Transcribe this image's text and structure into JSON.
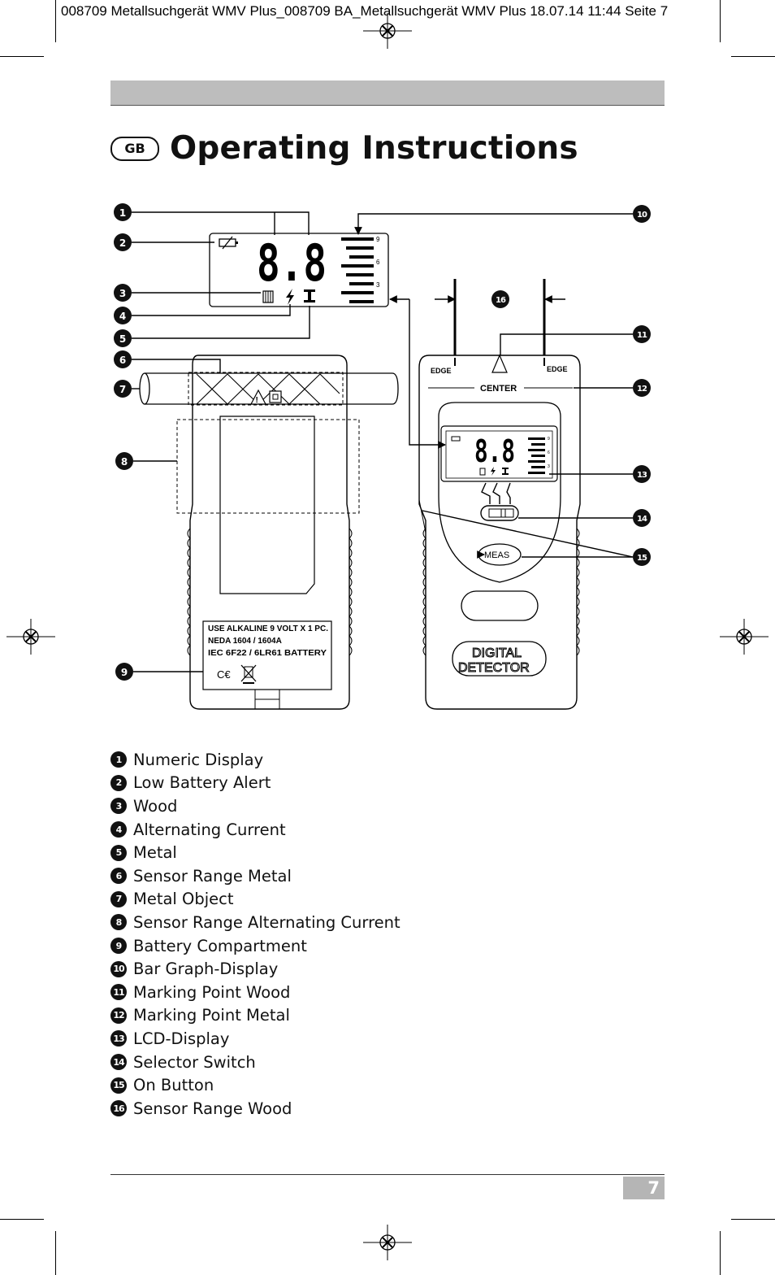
{
  "print_header": "008709 Metallsuchgerät WMV Plus_008709 BA_Metallsuchgerät WMV Plus  18.07.14  11:44  Seite 7",
  "lang_badge": "GB",
  "title": "Operating Instructions",
  "diagram": {
    "lcd_digits": "8.8",
    "bar_scale": [
      "9",
      "6",
      "3"
    ],
    "edge_left": "EDGE",
    "edge_right": "EDGE",
    "center": "CENTER",
    "meas": "MEAS",
    "brand_line1": "DIGITAL",
    "brand_line2": "DETECTOR",
    "battery_label": [
      "USE  ALKALINE 9 VOLT X 1 PC.",
      "NEDA 1604 / 1604A",
      "IEC 6F22 / 6LR61 BATTERY"
    ],
    "callouts": [
      "1",
      "2",
      "3",
      "4",
      "5",
      "6",
      "7",
      "8",
      "9",
      "10",
      "11",
      "12",
      "13",
      "14",
      "15",
      "16"
    ]
  },
  "legend": [
    {
      "num": "1",
      "label": "Numeric Display"
    },
    {
      "num": "2",
      "label": "Low Battery Alert"
    },
    {
      "num": "3",
      "label": "Wood"
    },
    {
      "num": "4",
      "label": "Alternating Current"
    },
    {
      "num": "5",
      "label": "Metal"
    },
    {
      "num": "6",
      "label": "Sensor Range Metal"
    },
    {
      "num": "7",
      "label": "Metal Object"
    },
    {
      "num": "8",
      "label": "Sensor Range Alternating Current"
    },
    {
      "num": "9",
      "label": "Battery Compartment"
    },
    {
      "num": "10",
      "label": "Bar Graph-Display"
    },
    {
      "num": "11",
      "label": "Marking Point Wood"
    },
    {
      "num": "12",
      "label": "Marking Point Metal"
    },
    {
      "num": "13",
      "label": "LCD-Display"
    },
    {
      "num": "14",
      "label": "Selector Switch"
    },
    {
      "num": "15",
      "label": "On Button"
    },
    {
      "num": "16",
      "label": "Sensor Range Wood"
    }
  ],
  "page_number": "7"
}
